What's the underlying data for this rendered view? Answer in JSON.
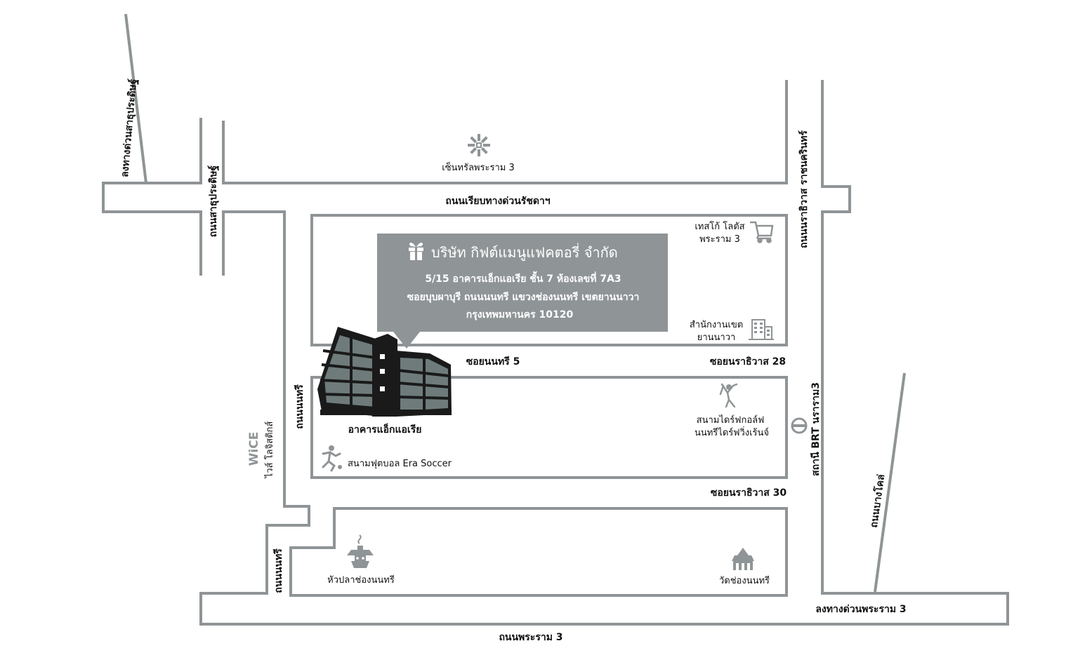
{
  "colors": {
    "road_outline": "#8f9496",
    "road_fill": "#ffffff",
    "bubble_bg": "#8f9496",
    "bubble_text": "#ffffff",
    "icon_gray": "#8f9496",
    "label_text": "#111111"
  },
  "company": {
    "title": "บริษัท กิฟต์แมนูแฟคตอรี่ จำกัด",
    "address_line1": "5/15 อาคารแอ็กแอเรีย ชั้น 7 ห้องเลขที่ 7A3",
    "address_line2": "ซอยบุบผาบุรี ถนนนนทรี แขวงช่องนนทรี เขตยานนาวา",
    "address_line3": "กรุงเทพมหานคร 10120",
    "icon": "gift-icon"
  },
  "roads": {
    "expressway_exit_sathupradit": "ลงทางด่วนสาธุประดิษฐ์",
    "sathupradit_road": "ถนนสาธุประดิษฐ์",
    "ratchada_parallel_road": "ถนนเรียบทางด่วนรัชดาฯ",
    "narathiwat_road": "ถนนนราธิวาส ราชนครินทร์",
    "soi_nonsi_5": "ซอยนนทรี 5",
    "soi_narathiwat_28": "ซอยนราธิวาส 28",
    "soi_narathiwat_30": "ซอยนราธิวาส 30",
    "nonsi_road_upper": "ถนนนนทรี",
    "nonsi_road_lower": "ถนนนนทรี",
    "rama3_road": "ถนนพระราม 3",
    "expressway_exit_rama3": "ลงทางด่วนพระราม 3",
    "bang_khlo_road": "ถนนบางโคล่"
  },
  "building": {
    "label": "อาคารแอ็กแอเรีย"
  },
  "landmarks": {
    "central_rama3": {
      "label": "เซ็นทรัลพระราม 3",
      "icon": "central-logo-icon"
    },
    "tesco_lotus": {
      "line1": "เทสโก้ โลตัส",
      "line2": "พระราม 3",
      "icon": "shopping-cart-icon"
    },
    "district_office": {
      "line1": "สำนักงานเขต",
      "line2": "ยานนาวา",
      "icon": "office-building-icon"
    },
    "golf_range": {
      "line1": "สนามไดร์ฟกอล์ฟ",
      "line2": "นนทรีไดร์ฟวิ่งเร้นจ์",
      "icon": "golfer-icon"
    },
    "brt_station": {
      "label": "สถานี BRT นราราม3",
      "icon": "brt-station-icon"
    },
    "soccer_field": {
      "label": "สนามฟุตบอล Era Soccer",
      "icon": "soccer-player-icon"
    },
    "wice": {
      "logo_text": "WiCE",
      "label": "ไวส์ โลจิสติกส์",
      "icon": "wice-logo"
    },
    "huapla_shrine": {
      "label": "หัวปลาช่องนนทรี",
      "icon": "shrine-icon"
    },
    "wat_chong_nonsi": {
      "label": "วัดช่องนนทรี",
      "icon": "temple-icon"
    }
  }
}
